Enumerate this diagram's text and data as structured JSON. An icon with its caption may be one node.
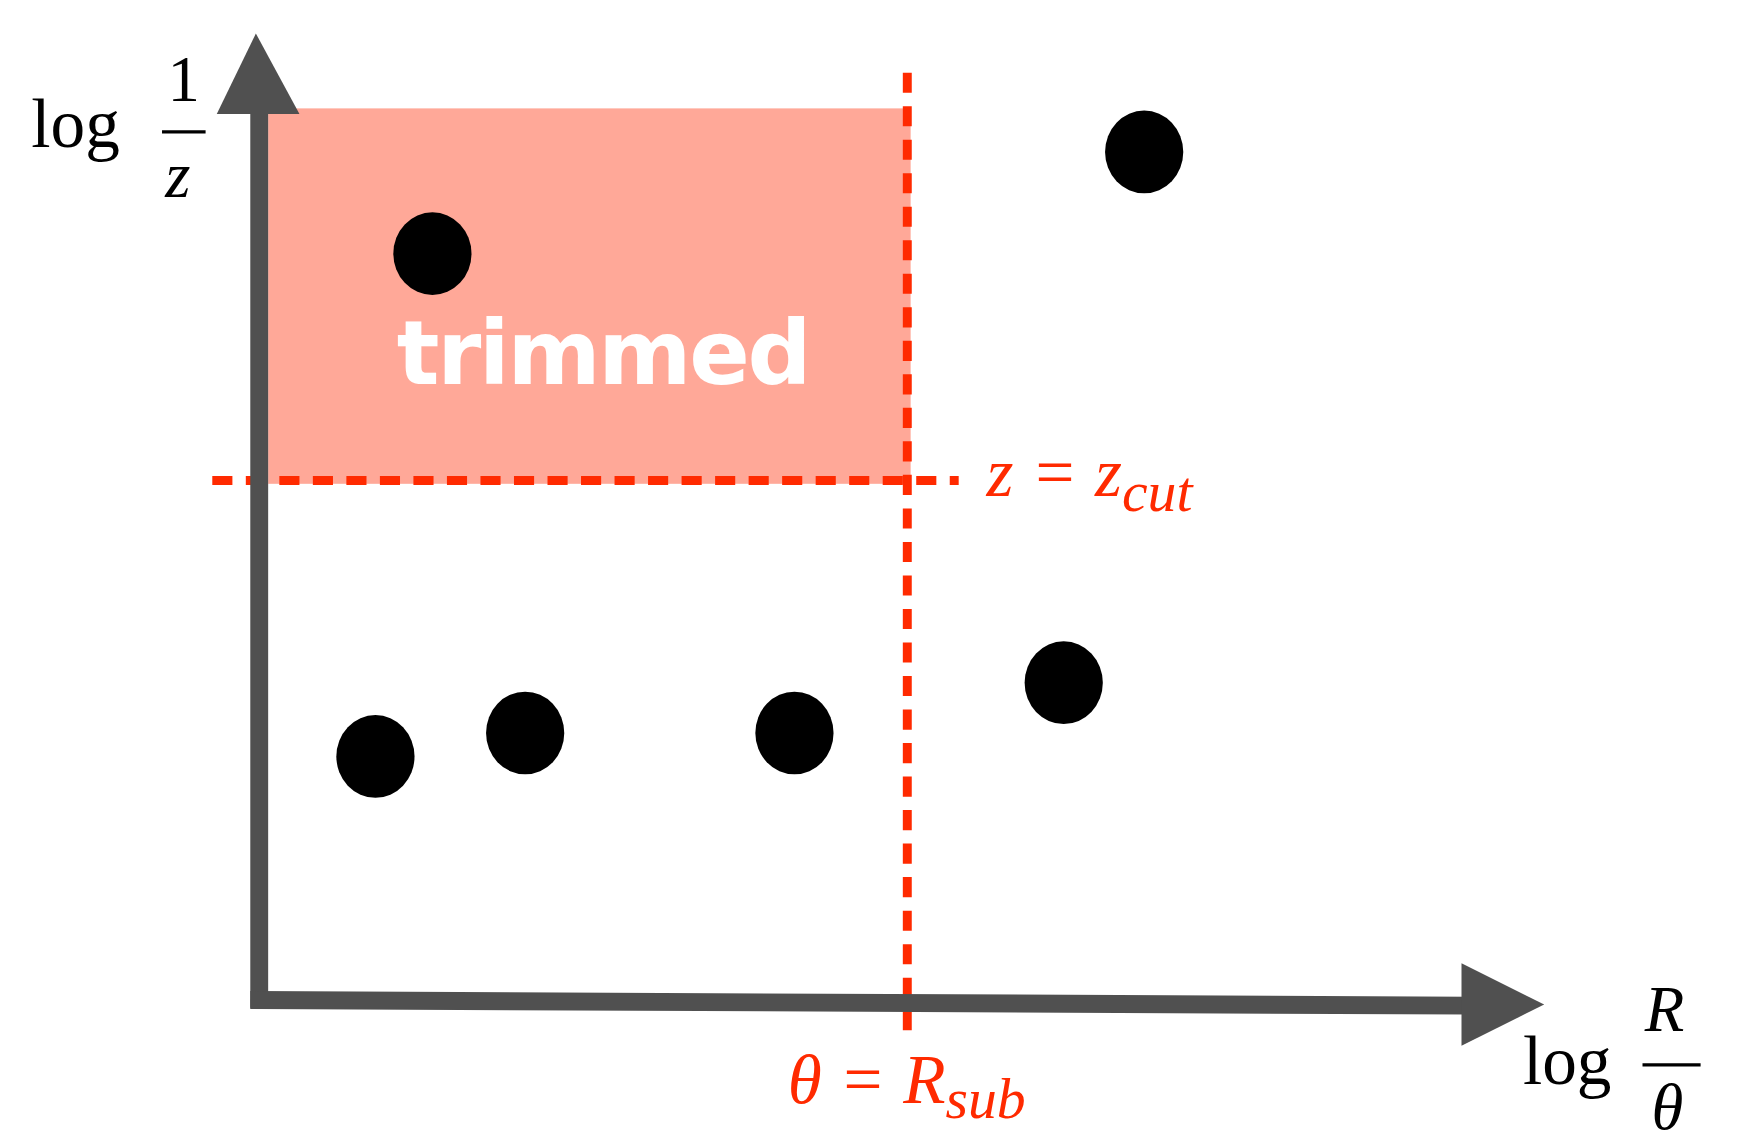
{
  "diagram": {
    "nodes": [
      {
        "text": [
          "trimmed"
        ]
      },
      {
        "text": [],
        "shape": "circle"
      },
      {
        "text": [],
        "shape": "circle",
        "in": 0
      },
      {
        "text": [],
        "shape": "circle"
      },
      {
        "text": [],
        "shape": "circle"
      },
      {
        "text": [],
        "shape": "circle"
      },
      {
        "text": [],
        "shape": "circle"
      }
    ],
    "edges": [],
    "labels": [
      "log",
      "1",
      "z",
      "z = z$_{cut}$",
      "θ = R$_{sub}$",
      "log",
      "R",
      "θ"
    ]
  }
}
